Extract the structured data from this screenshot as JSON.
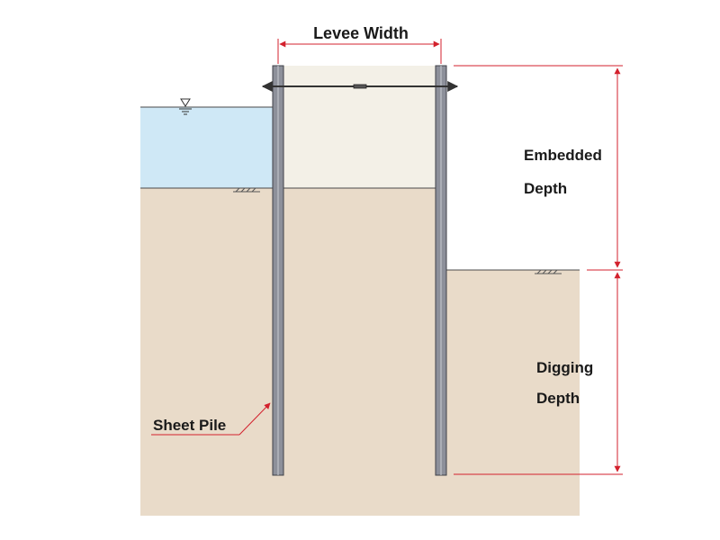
{
  "labels": {
    "levee_width": "Levee Width",
    "embedded_line1": "Embedded",
    "embedded_line2": "Depth",
    "digging_line1": "Digging",
    "digging_line2": "Depth",
    "sheet_pile": "Sheet Pile"
  },
  "colors": {
    "water": "#cfe8f6",
    "soil": "#e9dbc9",
    "levee_fill": "#f3f0e7",
    "pile": "#8d909a",
    "dimension": "#d3212d",
    "line": "#333333"
  }
}
